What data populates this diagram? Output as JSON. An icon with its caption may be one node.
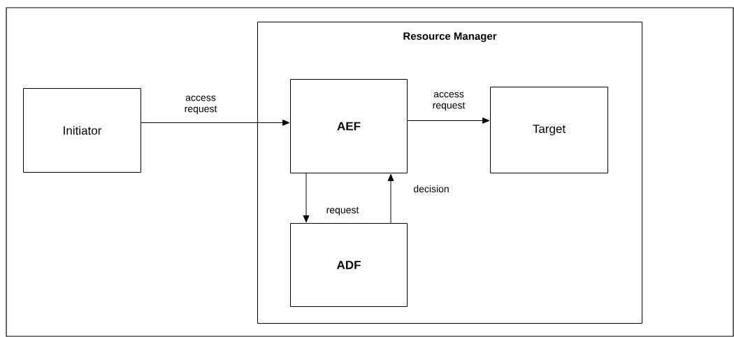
{
  "diagram": {
    "nodes": [
      {
        "text": [
          "Resource Manager"
        ]
      },
      {
        "text": [
          "Initiator"
        ]
      },
      {
        "text": [
          "AEF"
        ],
        "in": 0
      },
      {
        "text": [
          "Target"
        ],
        "in": 0
      },
      {
        "text": [
          "ADF"
        ],
        "in": 0
      }
    ],
    "edges": [
      {
        "from": 1,
        "to": 2,
        "arrow": "to",
        "label": "access request"
      },
      {
        "from": 2,
        "to": 3,
        "arrow": "to",
        "label": "access request"
      },
      {
        "from": 2,
        "to": 4,
        "arrow": "to",
        "label": "request"
      },
      {
        "from": 4,
        "to": 2,
        "arrow": "to",
        "label": "decision"
      }
    ]
  }
}
